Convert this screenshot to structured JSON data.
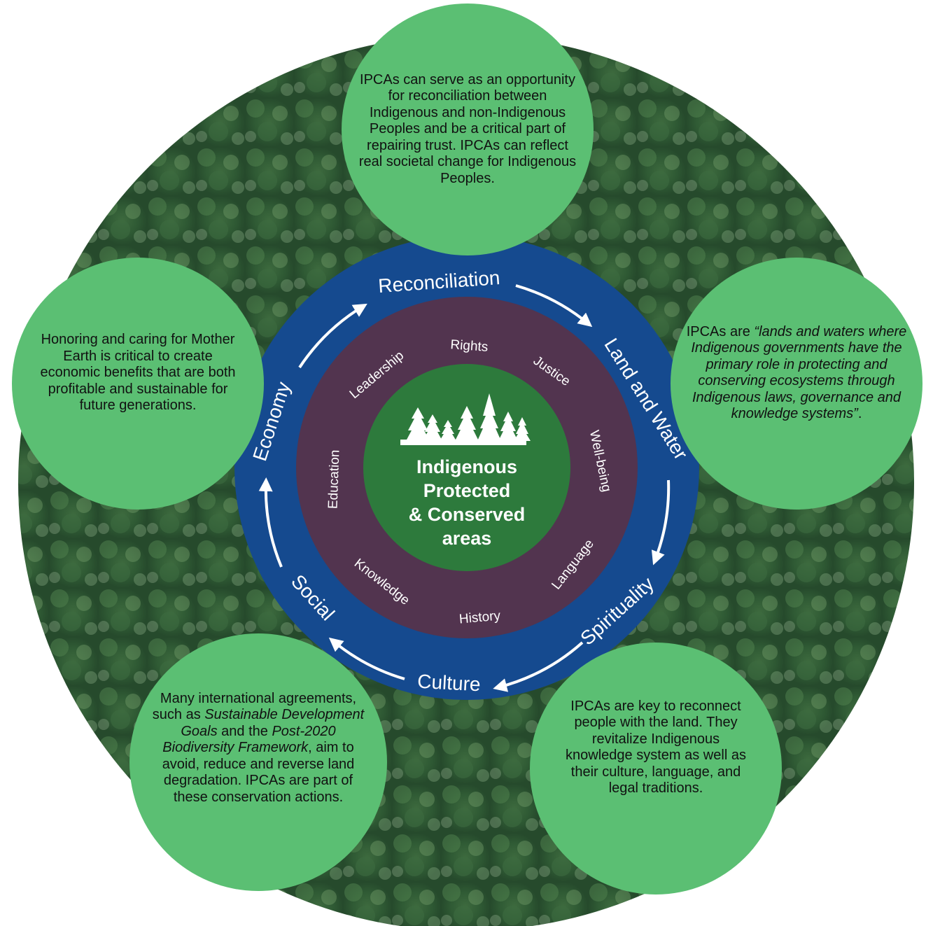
{
  "colors": {
    "bubble": "#5bbf73",
    "outer_ring": "#154a8f",
    "middle_ring": "#52344f",
    "center": "#2d7a3c",
    "forest": "#2f5a34"
  },
  "center": {
    "icon": "pine-trees-icon",
    "line1": "Indigenous",
    "line2": "Protected",
    "line3": "& Conserved",
    "line4": "areas"
  },
  "outer_ring": {
    "reconciliation": "Reconciliation",
    "land_and_water": "Land and Water",
    "spirituality": "Spirituality",
    "culture": "Culture",
    "social": "Social",
    "economy": "Economy"
  },
  "inner_ring": {
    "rights": "Rights",
    "justice": "Justice",
    "wellbeing": "Well-being",
    "language": "Language",
    "history": "History",
    "knowledge": "Knowledge",
    "education": "Education",
    "leadership": "Leadership"
  },
  "bubbles": {
    "top": "IPCAs can serve as an opportunity for reconciliation between Indigenous and non-Indigenous Peoples and be a critical part of repairing trust. IPCAs can reflect real societal change for Indigenous Peoples.",
    "left": "Honoring and caring for Mother Earth is critical to create economic benefits that are both profitable and sustainable for future generations.",
    "right_prefix": "IPCAs are ",
    "right_italic": "“lands and waters where Indigenous governments have the primary role in protecting and conserving ecosystems through Indigenous laws, governance and knowledge systems”",
    "right_suffix": ".",
    "bottom_left_1": "Many international agreements, such as ",
    "bottom_left_2": "Sustainable Development Goals",
    "bottom_left_3": " and the ",
    "bottom_left_4": "Post-2020 Biodiversity Framework",
    "bottom_left_5": ", aim to avoid, reduce and reverse land degradation. IPCAs are part of these conservation actions.",
    "bottom_right": "IPCAs are key to reconnect people with the land. They revitalize Indigenous knowledge system as well as their culture, language, and legal traditions."
  }
}
